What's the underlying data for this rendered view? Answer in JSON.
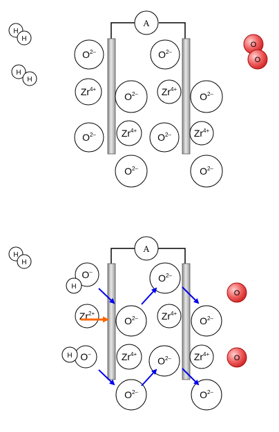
{
  "ammeter": "A",
  "top": {
    "hydrogen": [
      "H",
      "H",
      "H",
      "H"
    ],
    "oxygen": [
      "O",
      "O"
    ],
    "ions": [
      {
        "el": "O",
        "ch": "2–"
      },
      {
        "el": "O",
        "ch": "2–"
      },
      {
        "el": "Zr",
        "ch": "4+"
      },
      {
        "el": "O",
        "ch": "2–"
      },
      {
        "el": "Zr",
        "ch": "4+"
      },
      {
        "el": "O",
        "ch": "2–"
      },
      {
        "el": "O",
        "ch": "2–"
      },
      {
        "el": "Zr",
        "ch": "4+"
      },
      {
        "el": "O",
        "ch": "2–"
      },
      {
        "el": "Zr",
        "ch": "4+"
      },
      {
        "el": "O",
        "ch": "2–"
      },
      {
        "el": "O",
        "ch": "2–"
      }
    ]
  },
  "bottom": {
    "hydrogen": [
      "H",
      "H"
    ],
    "adsorbed_h": [
      "H",
      "H"
    ],
    "oxygen": [
      "O",
      "O"
    ],
    "ions": [
      {
        "el": "O",
        "ch": "–"
      },
      {
        "el": "O",
        "ch": "2–"
      },
      {
        "el": "Zr",
        "ch": "2+"
      },
      {
        "el": "O",
        "ch": "2–"
      },
      {
        "el": "Zr",
        "ch": "4+"
      },
      {
        "el": "O",
        "ch": "2–"
      },
      {
        "el": "O",
        "ch": "–"
      },
      {
        "el": "Zr",
        "ch": "4+"
      },
      {
        "el": "O",
        "ch": "2–"
      },
      {
        "el": "Zr",
        "ch": "4+"
      },
      {
        "el": "O",
        "ch": "2–"
      },
      {
        "el": "O",
        "ch": "2–"
      }
    ]
  },
  "colors": {
    "electron_arrow": "#0000ee",
    "zr_arrow": "#ff6600",
    "oxygen_fill": "#ee3333",
    "electrode": "#c8c8c8"
  }
}
